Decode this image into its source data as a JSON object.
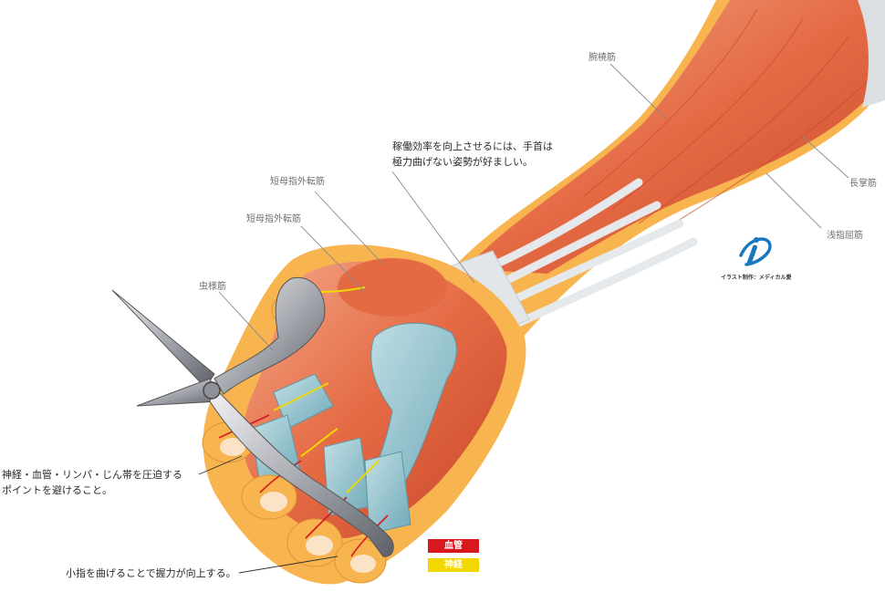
{
  "labels": {
    "brachioradialis": "腕橈筋",
    "palmaris_longus": "長掌筋",
    "fds": "浅指屈筋",
    "apb_1": "短母指外転筋",
    "apb_2": "短母指外転筋",
    "lumbrical": "虫様筋"
  },
  "notes": {
    "wrist_line1": "稼働効率を向上させるには、手首は",
    "wrist_line2": "極力曲げない姿勢が好ましい。",
    "pressure_line1": "神経・血管・リンパ・じん帯を圧迫する",
    "pressure_line2": "ポイントを避けること。",
    "pinky": "小指を曲げることで握力が向上する。"
  },
  "legend": {
    "blood_vessel": "血管",
    "nerve": "神経",
    "blood_vessel_color": "#d7191f",
    "nerve_color": "#f2d800"
  },
  "credit": {
    "text": "イラスト制作：メディカル愛"
  },
  "colors": {
    "muscle": "#e2663f",
    "muscle_light": "#f2a07a",
    "skin": "#f7b44f",
    "tendon": "#dcdfe2",
    "sheath": "#8fc3cf",
    "logo": "#1877bd"
  }
}
